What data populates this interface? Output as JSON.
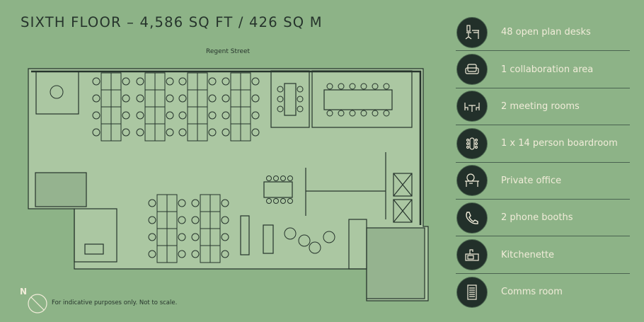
{
  "header": {
    "title": "SIXTH FLOOR – 4,586 SQ FT / 426 SQ M"
  },
  "plan": {
    "street_label": "Regent Street",
    "north_label": "N",
    "disclaimer": "For indicative purposes only. Not to scale."
  },
  "amenities": [
    {
      "icon": "desk-chair-icon",
      "label": "48 open plan desks"
    },
    {
      "icon": "armchair-icon",
      "label": "1 collaboration area"
    },
    {
      "icon": "meeting-table-icon",
      "label": "2 meeting rooms"
    },
    {
      "icon": "boardroom-icon",
      "label": "1 x 14 person boardroom"
    },
    {
      "icon": "private-office-icon",
      "label": "Private office"
    },
    {
      "icon": "phone-icon",
      "label": "2 phone booths"
    },
    {
      "icon": "kitchen-sink-icon",
      "label": "Kitchenette"
    },
    {
      "icon": "server-rack-icon",
      "label": "Comms room"
    }
  ],
  "colors": {
    "background": "#8db387",
    "plan_fill": "#abc7a2",
    "line": "#26342c",
    "icon_bg": "#22302a",
    "icon_fg": "#f1ecd9"
  }
}
